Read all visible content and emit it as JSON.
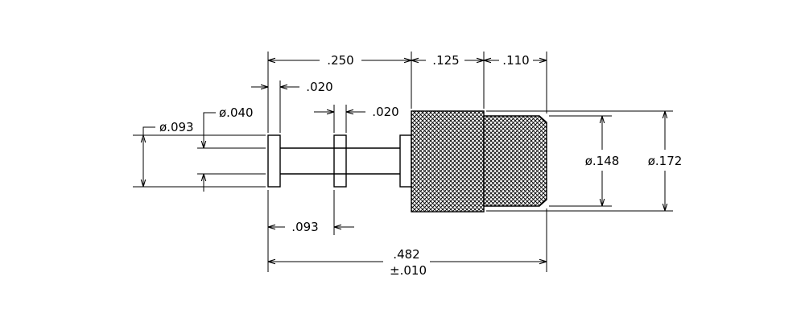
{
  "dimensions": {
    "len_250": ".250",
    "len_125": ".125",
    "len_110": ".110",
    "len_020_a": ".020",
    "len_020_b": ".020",
    "len_093": ".093",
    "total_len": ".482",
    "total_tol": "±.010",
    "dia_093": "ø.093",
    "dia_040": "ø.040",
    "dia_148": "ø.148",
    "dia_172": "ø.172"
  },
  "colors": {
    "line": "#000000",
    "background": "#ffffff"
  }
}
